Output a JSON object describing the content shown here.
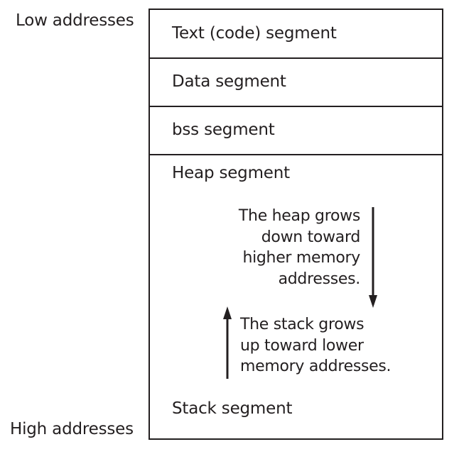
{
  "labels": {
    "low_addresses": "Low addresses",
    "high_addresses": "High addresses"
  },
  "segments": [
    {
      "label": "Text (code) segment"
    },
    {
      "label": "Data segment"
    },
    {
      "label": "bss segment"
    },
    {
      "label": "Heap segment"
    },
    {
      "label": "Stack segment"
    }
  ],
  "notes": {
    "heap": [
      "The heap grows",
      "down toward",
      "higher memory",
      "addresses."
    ],
    "stack": [
      "The stack grows",
      "up toward lower",
      "memory addresses."
    ]
  },
  "colors": {
    "ink": "#231f20"
  }
}
